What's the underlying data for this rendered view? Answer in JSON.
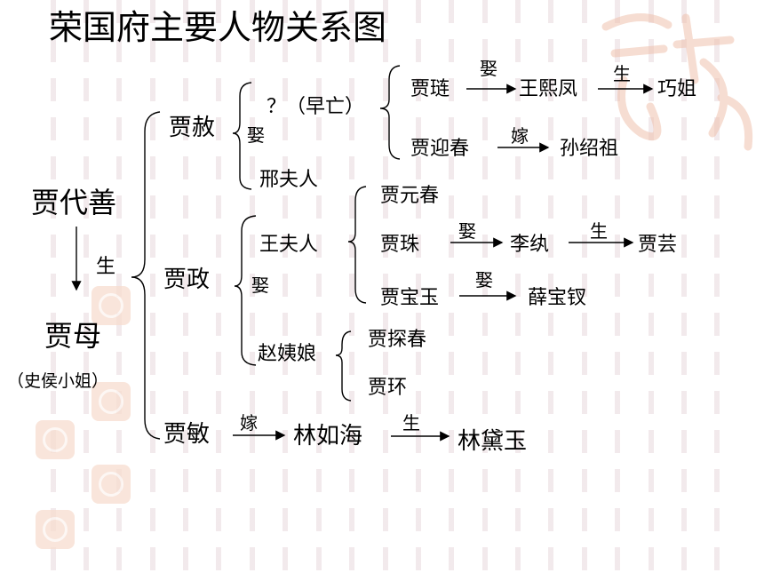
{
  "title": "荣国府主要人物关系图",
  "people": {
    "jia_daishan": "贾代善",
    "jia_mu": "贾母",
    "jia_mu_note": "（史侯小姐）",
    "jia_she": "贾赦",
    "jia_zheng": "贾政",
    "jia_min": "贾敏",
    "unknown_wife": "？（早亡）",
    "xing_furen": "邢夫人",
    "wang_furen": "王夫人",
    "zhao_yiniang": "赵姨娘",
    "jia_lian": "贾琏",
    "wang_xifeng": "王熙凤",
    "qiao_jie": "巧姐",
    "jia_yingchun": "贾迎春",
    "sun_shaozu": "孙绍祖",
    "jia_yuanchun": "贾元春",
    "jia_zhu": "贾珠",
    "li_wan": "李纨",
    "jia_yun": "贾芸",
    "jia_baoyu": "贾宝玉",
    "xue_baochai": "薛宝钗",
    "jia_tanchun": "贾探春",
    "jia_huan": "贾环",
    "lin_ruhai": "林如海",
    "lin_daiyu": "林黛玉"
  },
  "relations": {
    "marry": "娶",
    "married_to": "嫁",
    "born": "生"
  },
  "colors": {
    "text": "#000000",
    "grid": "#f1e7ea",
    "seal": "#f7ddcf"
  }
}
